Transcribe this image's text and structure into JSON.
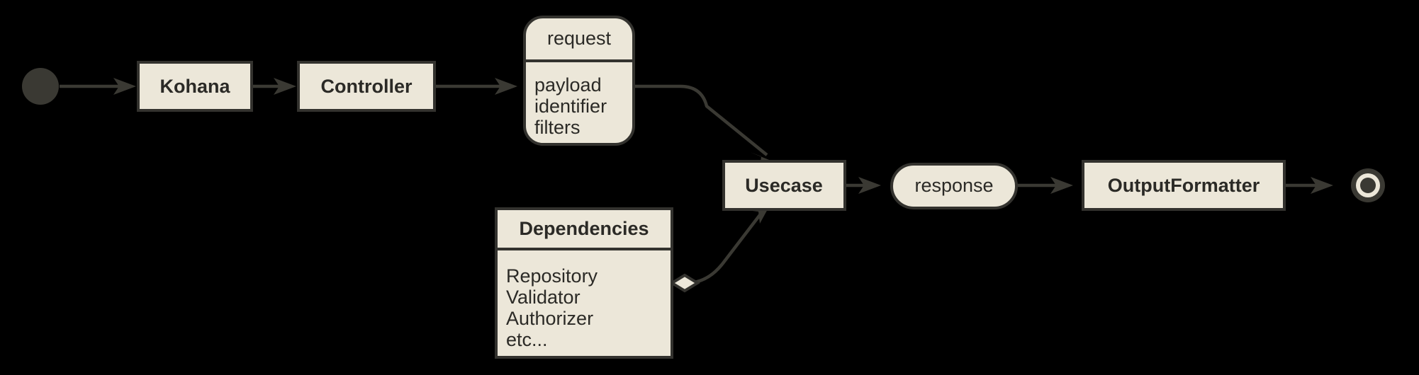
{
  "diagram": {
    "type": "flow-diagram",
    "background_color": "#000000",
    "node_fill_color": "#ECE7D9",
    "node_stroke_color": "#33322E",
    "edge_color": "#3A3933",
    "text_color": "#2B2A26",
    "start_node": {
      "name": "start-node",
      "shape": "filled-circle"
    },
    "end_node": {
      "name": "end-node",
      "shape": "bullseye-circle"
    },
    "nodes": [
      {
        "id": "kohana",
        "label": "Kohana",
        "shape": "rectangle",
        "bold": true
      },
      {
        "id": "controller",
        "label": "Controller",
        "shape": "rectangle",
        "bold": true
      },
      {
        "id": "request",
        "label": "request",
        "shape": "rounded-rectangle",
        "bold": false,
        "items": [
          "payload",
          "identifier",
          "filters"
        ]
      },
      {
        "id": "usecase",
        "label": "Usecase",
        "shape": "rectangle",
        "bold": true
      },
      {
        "id": "response",
        "label": "response",
        "shape": "stadium",
        "bold": false
      },
      {
        "id": "outputformatter",
        "label": "OutputFormatter",
        "shape": "rectangle",
        "bold": true
      },
      {
        "id": "dependencies",
        "label": "Dependencies",
        "shape": "rectangle",
        "bold": true,
        "items": [
          "Repository",
          "Validator",
          "Authorizer",
          "etc..."
        ]
      }
    ],
    "edges": [
      {
        "from": "start-node",
        "to": "kohana",
        "style": "solid-arrow"
      },
      {
        "from": "kohana",
        "to": "controller",
        "style": "solid-arrow"
      },
      {
        "from": "controller",
        "to": "request",
        "style": "solid-arrow"
      },
      {
        "from": "request",
        "to": "usecase",
        "style": "solid-arrow-curved"
      },
      {
        "from": "dependencies",
        "to": "usecase",
        "style": "aggregation-diamond-arrow"
      },
      {
        "from": "usecase",
        "to": "response",
        "style": "solid-arrow"
      },
      {
        "from": "response",
        "to": "outputformatter",
        "style": "solid-arrow"
      },
      {
        "from": "outputformatter",
        "to": "end-node",
        "style": "solid-arrow"
      }
    ]
  }
}
